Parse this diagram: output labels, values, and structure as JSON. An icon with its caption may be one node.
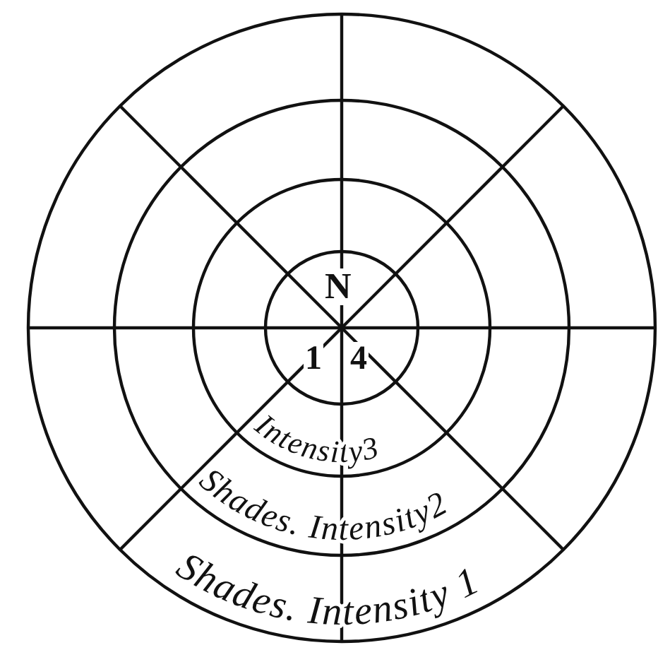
{
  "diagram": {
    "labels": [
      "N",
      "1",
      "4",
      "Intensity3",
      "Shades. Intensity2",
      "Shades. Intensity 1"
    ]
  }
}
